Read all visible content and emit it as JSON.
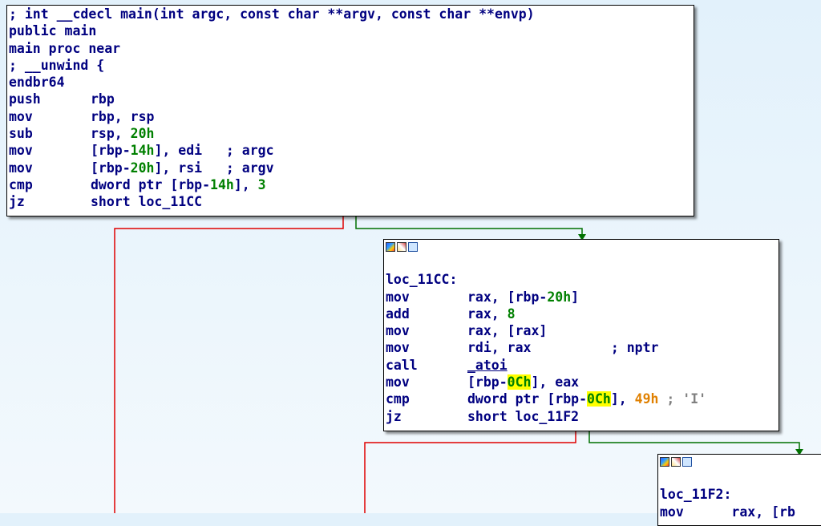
{
  "colors": {
    "background": "#e2f1fb",
    "code_text": "#000080",
    "immediate": "#008000",
    "false_edge": "#e00000",
    "true_edge": "#007000",
    "highlight": "#ffff00"
  },
  "block1": {
    "header": "; int __cdecl main(int argc, const char **argv, const char **envp)",
    "public": "public main",
    "proc": "main proc near",
    "unwind": "; __unwind {",
    "endbr": "endbr64",
    "instructions": [
      {
        "mnemonic": "push",
        "op1": "rbp"
      },
      {
        "mnemonic": "mov",
        "op1": "rbp, rsp"
      },
      {
        "mnemonic": "sub",
        "op1": "rsp, ",
        "imm": "20h"
      },
      {
        "mnemonic": "mov",
        "op1": "[rbp-",
        "imm": "14h",
        "op2": "], edi",
        "comment": "; argc"
      },
      {
        "mnemonic": "mov",
        "op1": "[rbp-",
        "imm": "20h",
        "op2": "], rsi",
        "comment": "; argv"
      },
      {
        "mnemonic": "cmp",
        "op1": "dword ptr [rbp-",
        "imm": "14h",
        "op2": "], ",
        "imm2": "3"
      },
      {
        "mnemonic": "jz",
        "op1": "short loc_11CC"
      }
    ]
  },
  "block2": {
    "label": "loc_11CC:",
    "instructions": [
      {
        "mnemonic": "mov",
        "op1": "rax, [rbp-",
        "imm": "20h",
        "op2": "]"
      },
      {
        "mnemonic": "add",
        "op1": "rax, ",
        "imm": "8"
      },
      {
        "mnemonic": "mov",
        "op1": "rax, [rax]"
      },
      {
        "mnemonic": "mov",
        "op1": "rdi, rax",
        "comment": "; nptr"
      },
      {
        "mnemonic": "call",
        "op1": "_atoi"
      },
      {
        "mnemonic": "mov",
        "op1": "[rbp-",
        "imm": "0Ch",
        "op2": "], eax"
      },
      {
        "mnemonic": "cmp",
        "op1": "dword ptr [rbp-",
        "imm": "0Ch",
        "op2": "], ",
        "imm2": "49h",
        "comment": "; ",
        "str": "'I'"
      },
      {
        "mnemonic": "jz",
        "op1": "short loc_11F2"
      }
    ]
  },
  "block3": {
    "label": "loc_11F2:",
    "partial_line": "mov      rax, [rb"
  }
}
